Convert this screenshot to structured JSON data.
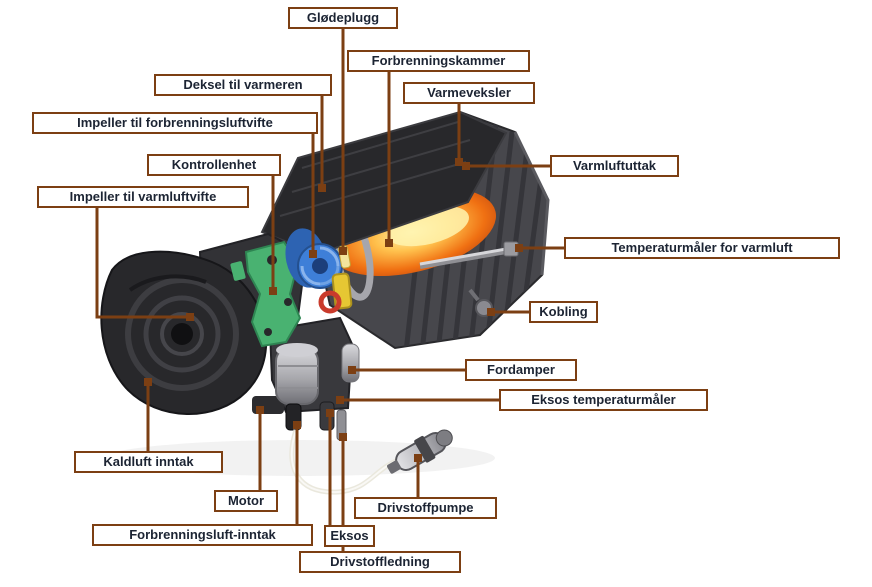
{
  "labels": [
    {
      "id": "glodeplugg",
      "text": "Glødeplugg"
    },
    {
      "id": "forbrenningskammer",
      "text": "Forbrenningskammer"
    },
    {
      "id": "deksel-til-varmeren",
      "text": "Deksel til varmeren"
    },
    {
      "id": "varmeveksler",
      "text": "Varmeveksler"
    },
    {
      "id": "impeller-forbrenningsluftvifte",
      "text": "Impeller til forbrenningsluftvifte"
    },
    {
      "id": "kontrollenhet",
      "text": "Kontrollenhet"
    },
    {
      "id": "varmluftuttak",
      "text": "Varmluftuttak"
    },
    {
      "id": "impeller-varmluftvifte",
      "text": "Impeller til varmluftvifte"
    },
    {
      "id": "temperaturmaler-varmluft",
      "text": "Temperaturmåler for varmluft"
    },
    {
      "id": "kobling",
      "text": "Kobling"
    },
    {
      "id": "fordamper",
      "text": "Fordamper"
    },
    {
      "id": "eksos-temperaturmaler",
      "text": "Eksos temperaturmåler"
    },
    {
      "id": "kaldluft-inntak",
      "text": "Kaldluft inntak"
    },
    {
      "id": "motor",
      "text": "Motor"
    },
    {
      "id": "drivstoffpumpe",
      "text": "Drivstoffpumpe"
    },
    {
      "id": "forbrenningsluft-inntak",
      "text": "Forbrenningsluft-inntak"
    },
    {
      "id": "eksos",
      "text": "Eksos"
    },
    {
      "id": "drivstoffledning",
      "text": "Drivstoffledning"
    }
  ],
  "colors": {
    "label_border": "#7c3f13",
    "leader_line": "#7c3f13",
    "label_text": "#1c2433",
    "background": "#ffffff"
  }
}
